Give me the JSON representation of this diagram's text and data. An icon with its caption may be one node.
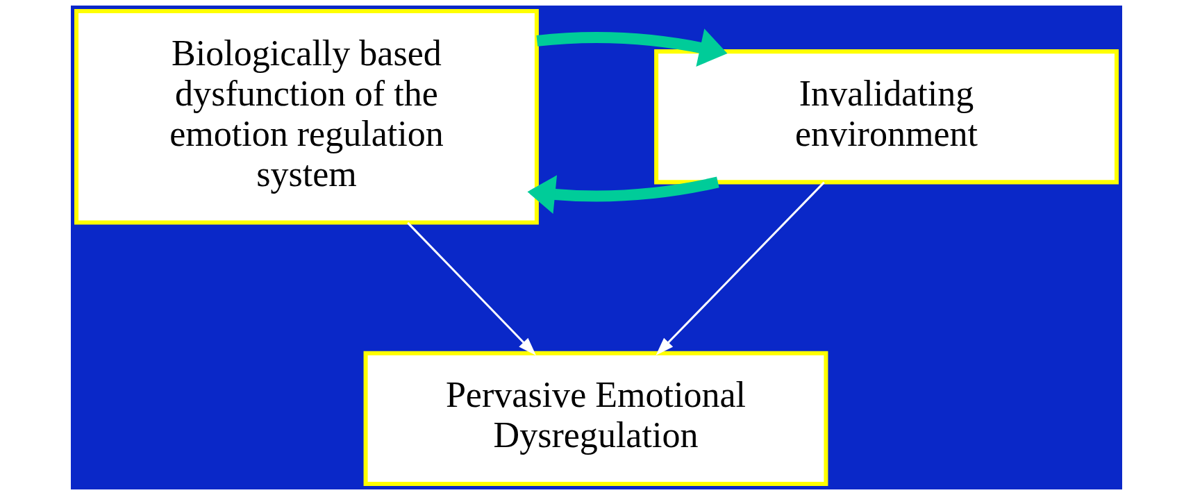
{
  "diagram": {
    "nodes": [
      {
        "text": [
          "Biologically based dysfunction of the emotion regulation system"
        ]
      },
      {
        "text": [
          "Invalidating environment"
        ]
      },
      {
        "text": [
          "Pervasive Emotional Dysregulation"
        ]
      }
    ],
    "edges": [
      {
        "from": 1,
        "to": 0,
        "arrow": "to",
        "style": "thick",
        "color": "#00cc99"
      },
      {
        "from": 0,
        "to": 1,
        "arrow": "to",
        "style": "thick",
        "color": "#00cc99"
      },
      {
        "from": 0,
        "to": 2,
        "arrow": "to",
        "color": "#ffffff"
      },
      {
        "from": 1,
        "to": 2,
        "arrow": "to",
        "color": "#ffffff"
      }
    ]
  }
}
